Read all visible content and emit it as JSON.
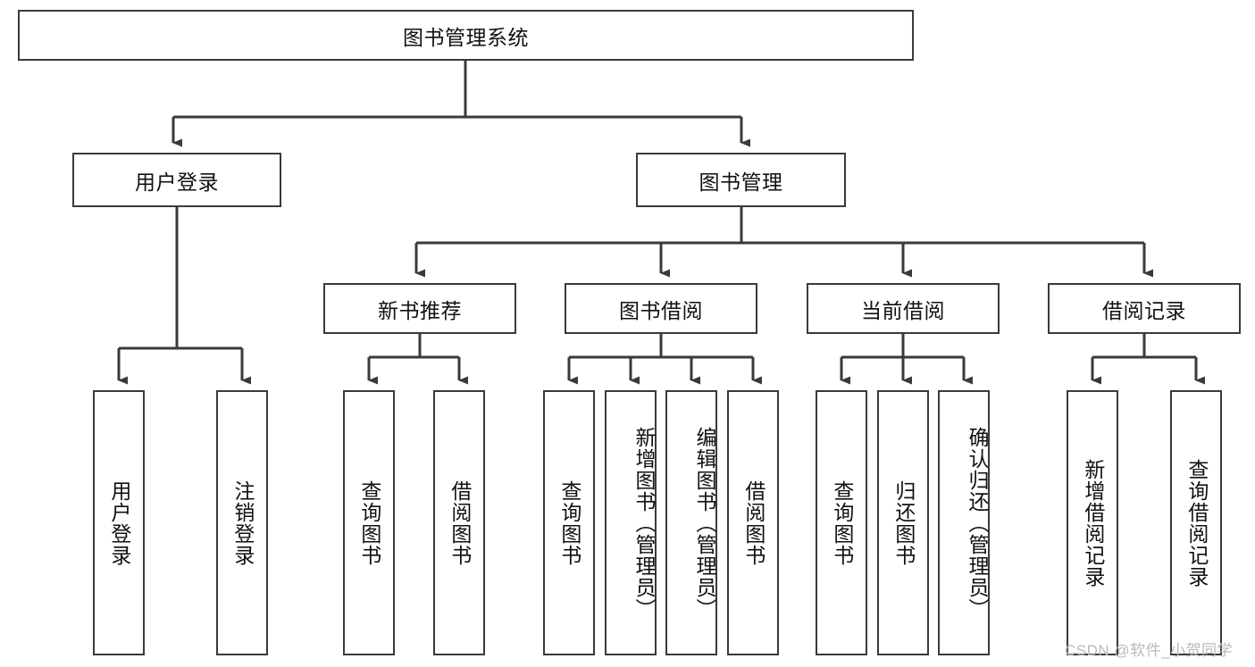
{
  "diagram": {
    "title": "图书管理系统",
    "watermark": "CSDN @软件_小贺同学",
    "colors": {
      "stroke": "#3a3a3a",
      "background": "#ffffff",
      "text": "#111111",
      "watermark": "#b9b9b9"
    },
    "levels": {
      "root": {
        "label": "图书管理系统"
      },
      "level2": [
        {
          "label": "用户登录"
        },
        {
          "label": "图书管理"
        }
      ],
      "level3": [
        {
          "label": "新书推荐"
        },
        {
          "label": "图书借阅"
        },
        {
          "label": "当前借阅"
        },
        {
          "label": "借阅记录"
        }
      ],
      "leaves": [
        {
          "label": "用户登录",
          "parent": "用户登录"
        },
        {
          "label": "注销登录",
          "parent": "用户登录"
        },
        {
          "label": "查询图书",
          "parent": "新书推荐"
        },
        {
          "label": "借阅图书",
          "parent": "新书推荐"
        },
        {
          "label": "查询图书",
          "parent": "图书借阅"
        },
        {
          "label": "新增图书（管理员）",
          "parent": "图书借阅"
        },
        {
          "label": "编辑图书（管理员）",
          "parent": "图书借阅"
        },
        {
          "label": "借阅图书",
          "parent": "图书借阅"
        },
        {
          "label": "查询图书",
          "parent": "当前借阅"
        },
        {
          "label": "归还图书",
          "parent": "当前借阅"
        },
        {
          "label": "确认归还（管理员）",
          "parent": "当前借阅"
        },
        {
          "label": "新增借阅记录",
          "parent": "借阅记录"
        },
        {
          "label": "查询借阅记录",
          "parent": "借阅记录"
        }
      ]
    }
  }
}
